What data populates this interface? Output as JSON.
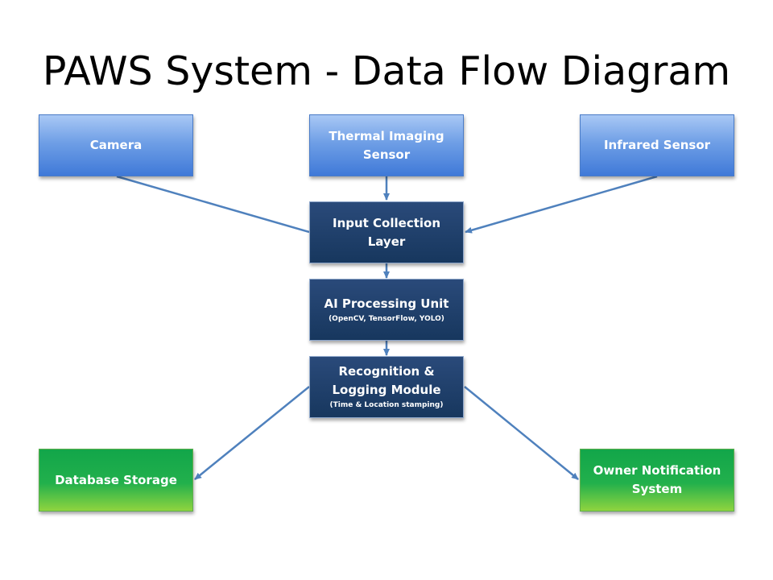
{
  "title": "PAWS System - Data Flow Diagram",
  "nodes": {
    "camera": {
      "label": "Camera"
    },
    "thermal": {
      "label": "Thermal Imaging Sensor"
    },
    "infrared": {
      "label": "Infrared Sensor"
    },
    "input_layer": {
      "label": "Input Collection Layer"
    },
    "ai_unit": {
      "label": "AI Processing Unit",
      "sub": "(OpenCV, TensorFlow, YOLO)"
    },
    "recognition": {
      "label": "Recognition & Logging Module",
      "sub": "(Time & Location stamping)"
    },
    "database": {
      "label": "Database Storage"
    },
    "notification": {
      "label": "Owner Notification System"
    }
  },
  "colors": {
    "sensor_box": "#5b8ee0",
    "processing_box": "#17375e",
    "output_box": "#22b04c",
    "connector": "#4f81bd"
  },
  "edges": [
    {
      "from": "camera",
      "to": "input_layer"
    },
    {
      "from": "thermal",
      "to": "input_layer"
    },
    {
      "from": "infrared",
      "to": "input_layer"
    },
    {
      "from": "input_layer",
      "to": "ai_unit"
    },
    {
      "from": "ai_unit",
      "to": "recognition"
    },
    {
      "from": "recognition",
      "to": "database"
    },
    {
      "from": "recognition",
      "to": "notification"
    }
  ]
}
